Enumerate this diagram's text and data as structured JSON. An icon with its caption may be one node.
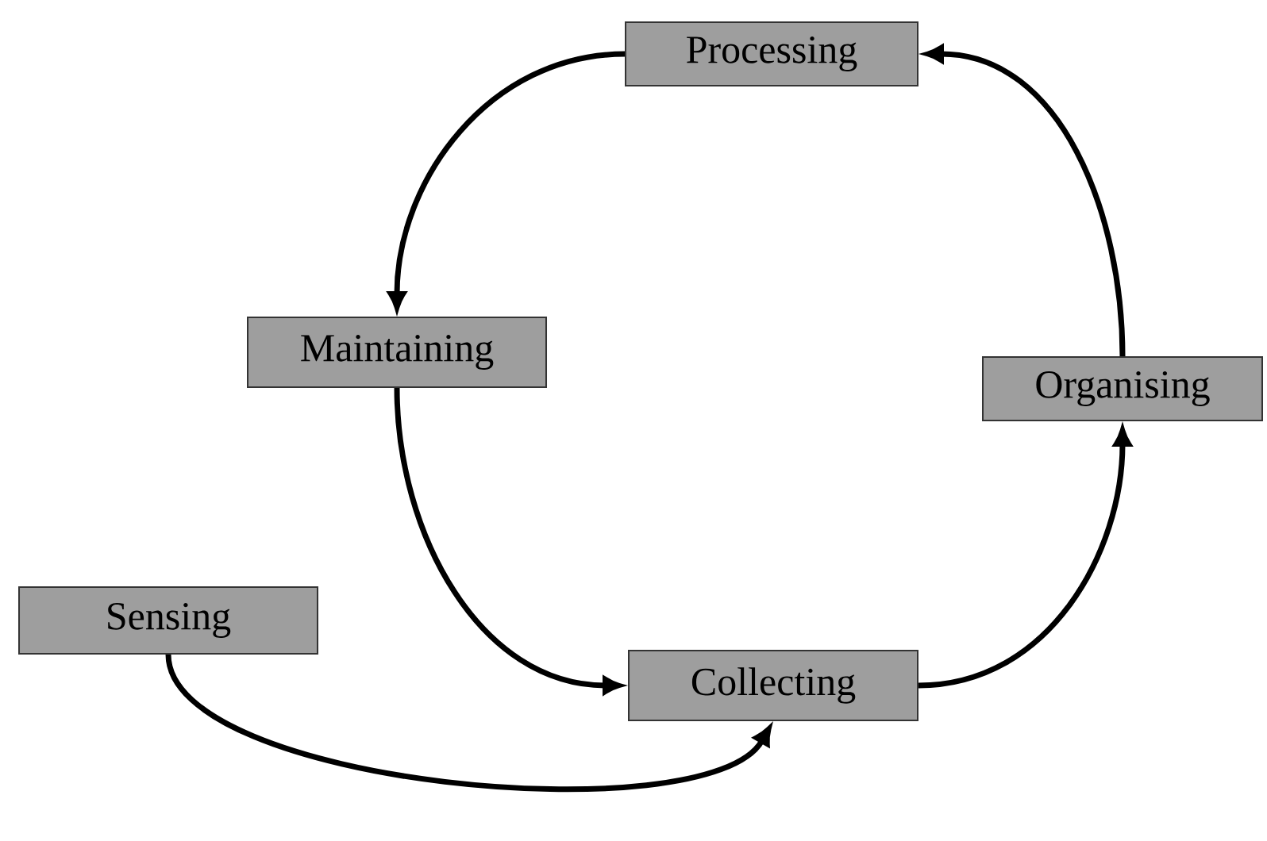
{
  "diagram": {
    "nodes": [
      {
        "text": [
          "Processing"
        ]
      },
      {
        "text": [
          "Maintaining"
        ]
      },
      {
        "text": [
          "Organising"
        ]
      },
      {
        "text": [
          "Sensing"
        ]
      },
      {
        "text": [
          "Collecting"
        ]
      }
    ],
    "edges": [
      {
        "from": 0,
        "to": 1,
        "arrow": "to"
      },
      {
        "from": 1,
        "to": 4,
        "arrow": "to"
      },
      {
        "from": 4,
        "to": 2,
        "arrow": "to"
      },
      {
        "from": 2,
        "to": 0,
        "arrow": "to"
      },
      {
        "from": 3,
        "to": 4,
        "arrow": "to"
      }
    ]
  }
}
